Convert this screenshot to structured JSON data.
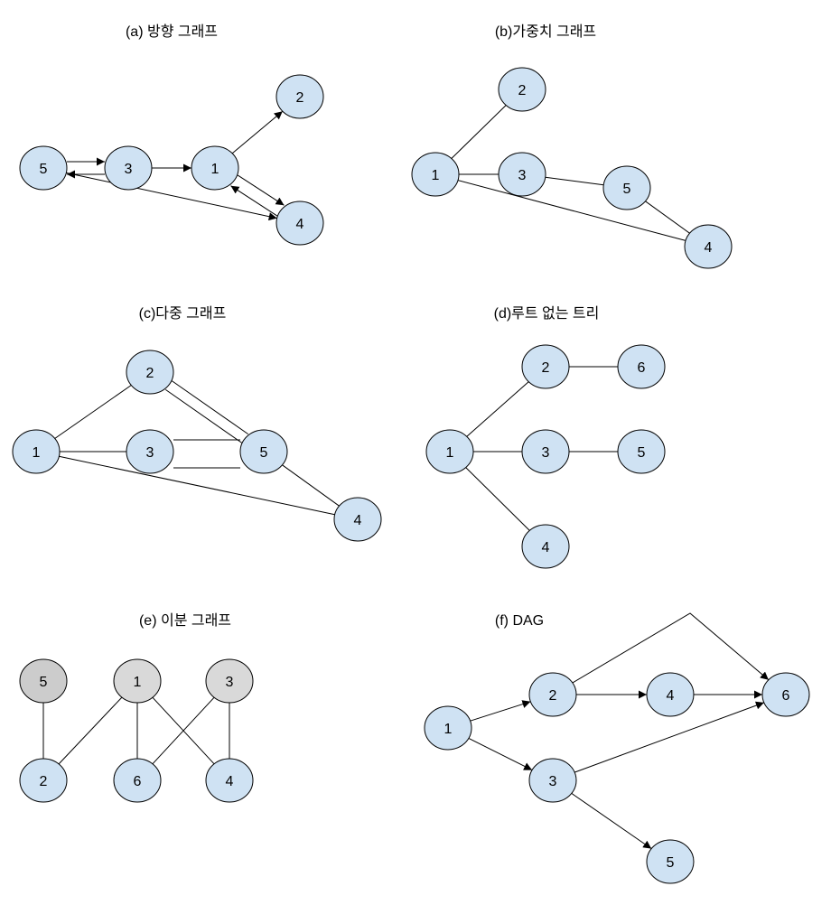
{
  "colors": {
    "node_fill": "#cfe2f3",
    "node_fill_gray_dark": "#cccccc",
    "node_fill_gray_light": "#d9d9d9",
    "stroke": "#000000"
  },
  "graphs": [
    {
      "id": "a",
      "title": "(a) 방향 그래프",
      "directed": true,
      "nodes": [
        "5",
        "3",
        "1",
        "2",
        "4"
      ],
      "edges": [
        [
          "3",
          "5"
        ],
        [
          "5",
          "3"
        ],
        [
          "3",
          "1"
        ],
        [
          "1",
          "2"
        ],
        [
          "1",
          "4"
        ],
        [
          "4",
          "1"
        ],
        [
          "5",
          "4"
        ]
      ]
    },
    {
      "id": "b",
      "title": "(b)가중치 그래프",
      "directed": false,
      "nodes": [
        "2",
        "1",
        "3",
        "5",
        "4"
      ],
      "edges": [
        [
          "1",
          "2"
        ],
        [
          "1",
          "3"
        ],
        [
          "3",
          "5"
        ],
        [
          "5",
          "4"
        ],
        [
          "1",
          "4"
        ]
      ]
    },
    {
      "id": "c",
      "title": "(c)다중 그래프",
      "directed": false,
      "nodes": [
        "2",
        "1",
        "3",
        "5",
        "4"
      ],
      "edges": [
        [
          "1",
          "2"
        ],
        [
          "1",
          "3"
        ],
        [
          "1",
          "4"
        ],
        [
          "2",
          "5"
        ],
        [
          "2",
          "5"
        ],
        [
          "3",
          "5"
        ],
        [
          "3",
          "5"
        ],
        [
          "5",
          "4"
        ]
      ]
    },
    {
      "id": "d",
      "title": "(d)루트 없는 트리",
      "directed": false,
      "nodes": [
        "2",
        "6",
        "1",
        "3",
        "5",
        "4"
      ],
      "edges": [
        [
          "1",
          "2"
        ],
        [
          "2",
          "6"
        ],
        [
          "1",
          "3"
        ],
        [
          "3",
          "5"
        ],
        [
          "1",
          "4"
        ]
      ]
    },
    {
      "id": "e",
      "title": "(e) 이분 그래프",
      "directed": false,
      "nodes": [
        "5",
        "1",
        "3",
        "2",
        "6",
        "4"
      ],
      "edges": [
        [
          "5",
          "2"
        ],
        [
          "1",
          "2"
        ],
        [
          "1",
          "6"
        ],
        [
          "1",
          "4"
        ],
        [
          "3",
          "6"
        ],
        [
          "3",
          "4"
        ]
      ]
    },
    {
      "id": "f",
      "title": "(f) DAG",
      "directed": true,
      "nodes": [
        "1",
        "2",
        "4",
        "6",
        "3",
        "5"
      ],
      "edges": [
        [
          "1",
          "2"
        ],
        [
          "1",
          "3"
        ],
        [
          "2",
          "4"
        ],
        [
          "4",
          "6"
        ],
        [
          "2",
          "6"
        ],
        [
          "3",
          "6"
        ],
        [
          "3",
          "5"
        ]
      ]
    }
  ]
}
